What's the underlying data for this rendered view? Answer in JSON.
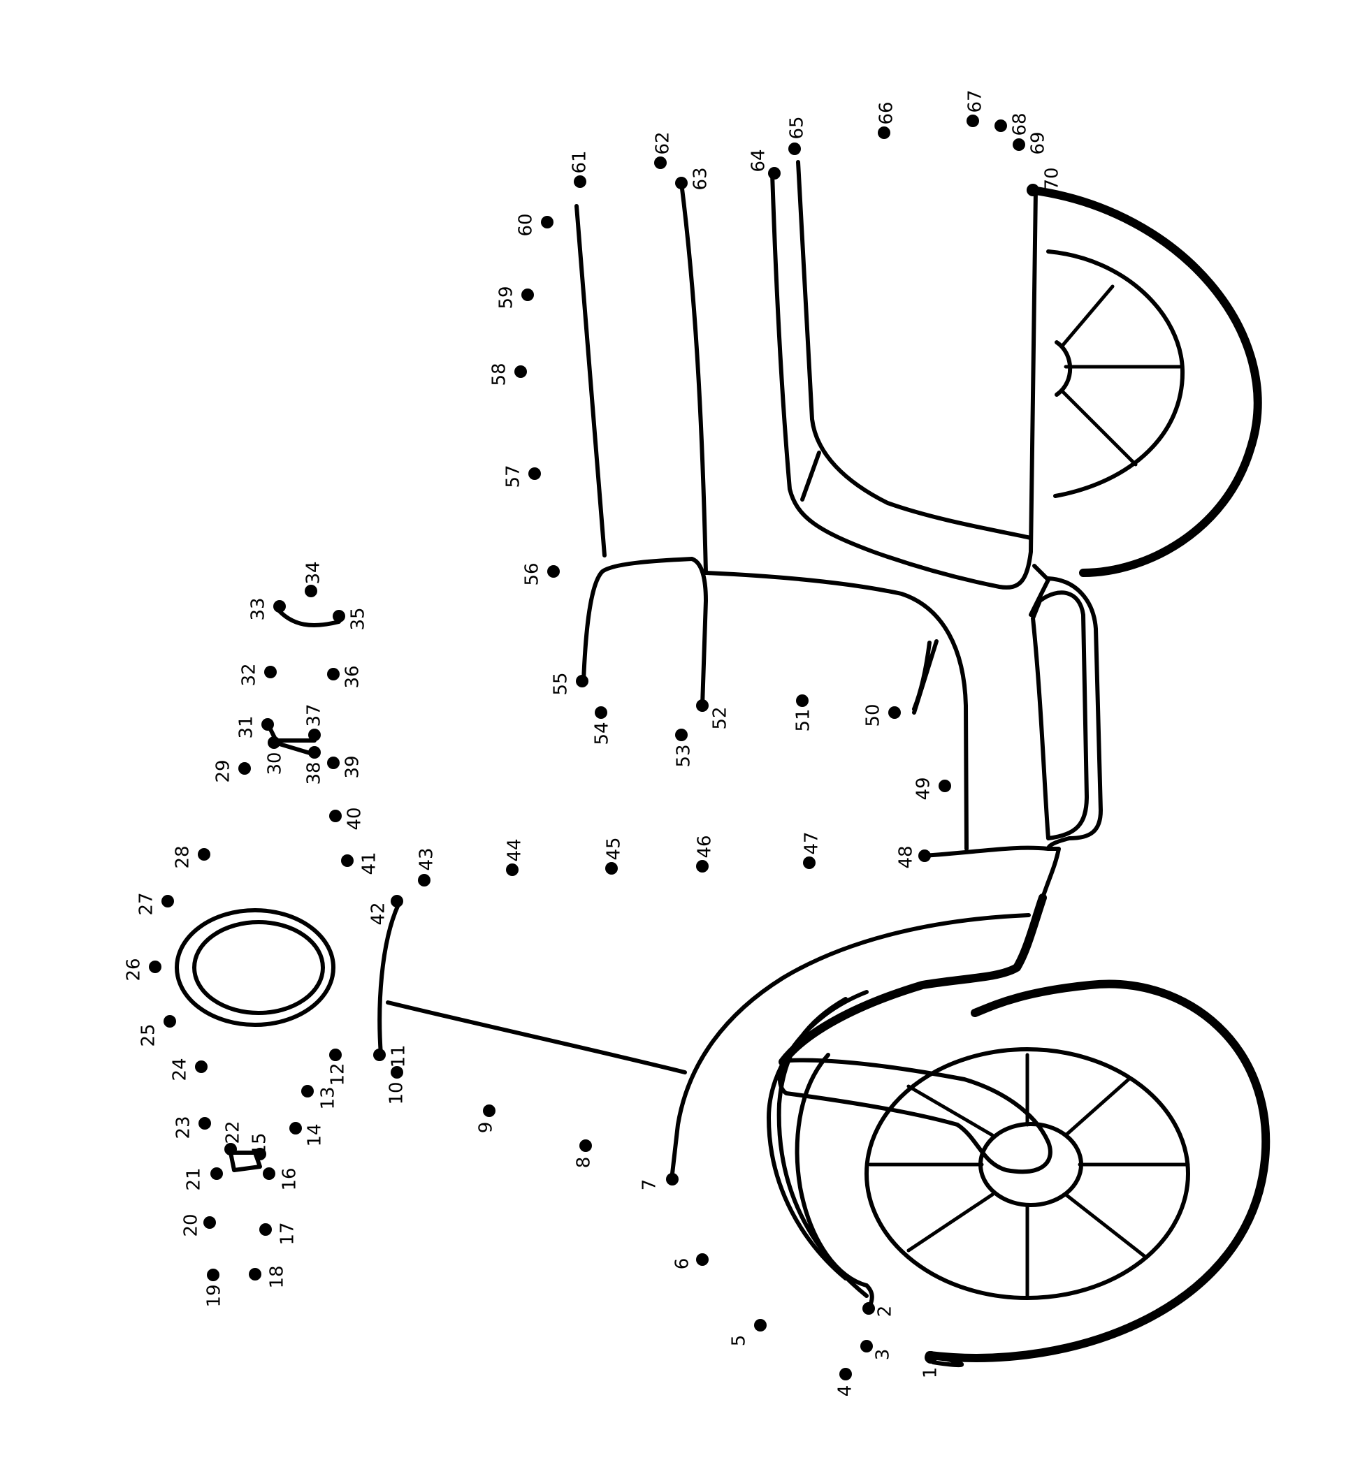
{
  "worksheet": {
    "kind": "connect-the-dots",
    "colors": {
      "ink": "#000000",
      "paper": "#ffffff"
    },
    "dot_labels": [
      "1",
      "2",
      "3",
      "4",
      "5",
      "6",
      "7",
      "8",
      "9",
      "10",
      "11",
      "12",
      "13",
      "14",
      "15",
      "16",
      "17",
      "18",
      "19",
      "20",
      "21",
      "22",
      "23",
      "24",
      "25",
      "26",
      "27",
      "28",
      "29",
      "30",
      "31",
      "32",
      "33",
      "34",
      "35",
      "36",
      "37",
      "38",
      "39",
      "40",
      "41",
      "42",
      "43",
      "44",
      "45",
      "46",
      "47",
      "48",
      "49",
      "50",
      "51",
      "52",
      "53",
      "54",
      "55",
      "56",
      "57",
      "58",
      "59",
      "60",
      "61",
      "62",
      "63",
      "64",
      "65",
      "66",
      "67",
      "68",
      "69",
      "70"
    ]
  }
}
